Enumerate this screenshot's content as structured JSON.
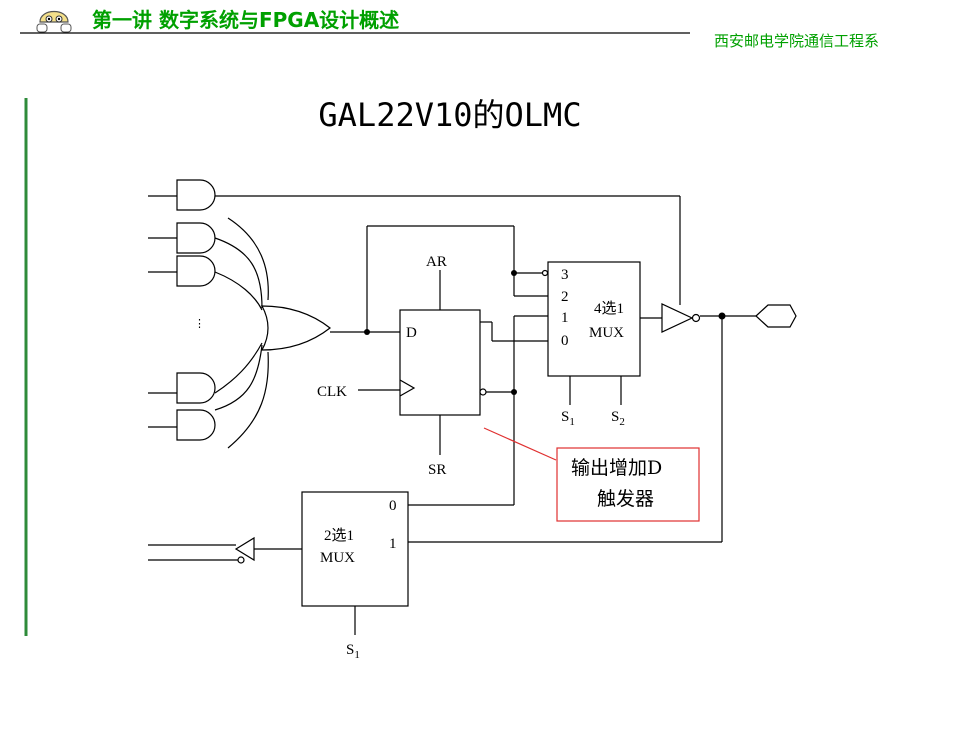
{
  "header": {
    "title": "第一讲 数字系统与FPGA设计概述",
    "org": "西安邮电学院通信工程系",
    "logo_icon": "cartoon-face-icon",
    "accent_color": "#00a000"
  },
  "slide": {
    "title": "GAL22V10的OLMC"
  },
  "diagram": {
    "dff": {
      "d": "D",
      "ar": "AR",
      "sr": "SR",
      "clk": "CLK"
    },
    "mux4": {
      "label_line1": "4选1",
      "label_line2": "MUX",
      "inputs": [
        "3",
        "2",
        "1",
        "0"
      ],
      "sel1": "S",
      "sel1_sub": "1",
      "sel2": "S",
      "sel2_sub": "2"
    },
    "mux2": {
      "label_line1": "2选1",
      "label_line2": "MUX",
      "inputs": [
        "0",
        "1"
      ],
      "sel": "S",
      "sel_sub": "1"
    },
    "dots": "⋮",
    "callout": {
      "line1": "输出增加D",
      "line2": "触发器",
      "border_color": "#e03030"
    }
  }
}
